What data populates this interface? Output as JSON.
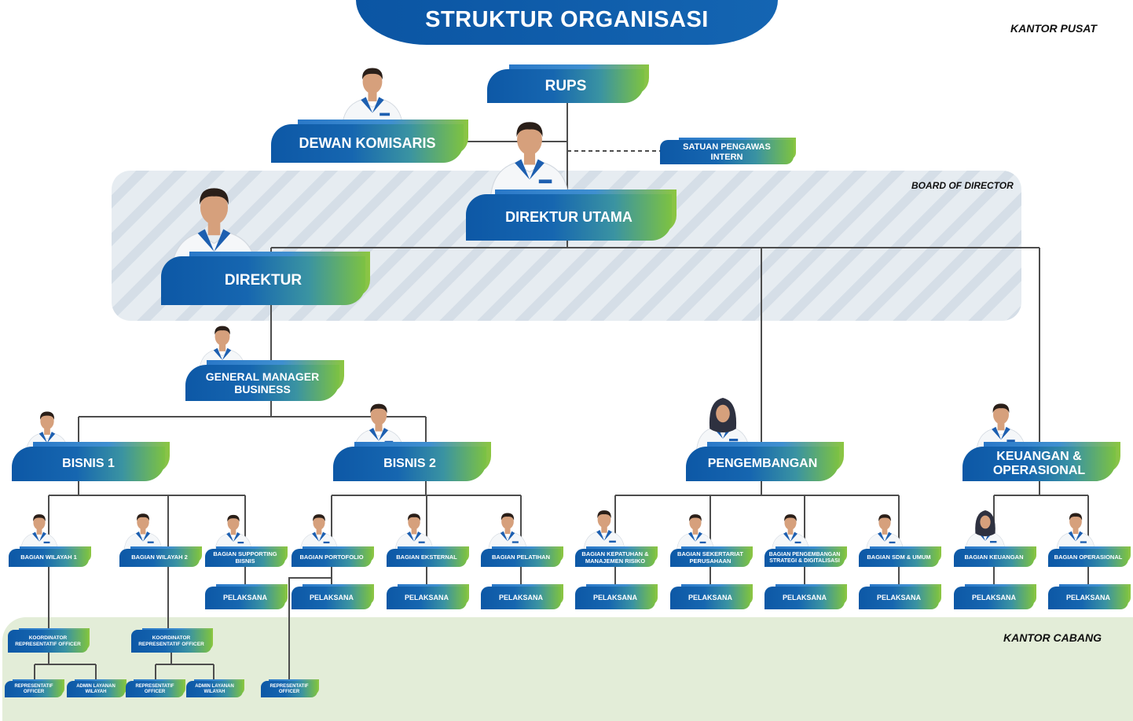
{
  "header": {
    "title": "STRUKTUR ORGANISASI",
    "kantor_pusat_label": "KANTOR PUSAT"
  },
  "governance": {
    "rups": "RUPS",
    "dewan_komisaris": "DEWAN KOMISARIS",
    "satuan_pengawas_intern": "SATUAN PENGAWAS INTERN"
  },
  "board_of_director": {
    "label": "BOARD OF DIRECTOR",
    "direktur_utama": "DIREKTUR UTAMA",
    "direktur": "DIREKTUR"
  },
  "general_manager": "GENERAL MANAGER BUSINESS",
  "divisions": [
    {
      "name": "BISNIS 1",
      "units": [
        "BAGIAN WILAYAH 1",
        "BAGIAN WILAYAH 2",
        "BAGIAN SUPPORTING BISNIS"
      ]
    },
    {
      "name": "BISNIS 2",
      "units": [
        "BAGIAN PORTOFOLIO",
        "BAGIAN EKSTERNAL",
        "BAGIAN PELATIHAN"
      ]
    },
    {
      "name": "PENGEMBANGAN",
      "units": [
        "BAGIAN KEPATUHAN & MANAJEMEN RISIKO",
        "BAGIAN SEKERTARIAT PERUSAHAAN",
        "BAGIAN PENGEMBANGAN STRATEGI & DIGITALISASI",
        "BAGIAN SDM & UMUM"
      ]
    },
    {
      "name": "KEUANGAN & OPERASIONAL",
      "units": [
        "BAGIAN KEUANGAN",
        "BAGIAN OPERASIONAL"
      ]
    }
  ],
  "pelaksana_label": "PELAKSANA",
  "kantor_cabang": {
    "label": "KANTOR CABANG",
    "koordinator": "KOORDINATOR REPRESENTATIF OFFICER",
    "representatif_officer": "REPRESENTATIF OFFICER",
    "admin_layanan_wilayah": "ADMIN LAYANAN WILAYAH"
  },
  "colors": {
    "primary_blue": "#0d58a6",
    "accent_green": "#7dc242",
    "connector_line": "#4d4d4d",
    "board_area": "#e6ecf1",
    "board_stripe": "#d5dee7",
    "kantor_cabang_area": "#e3edd8"
  }
}
